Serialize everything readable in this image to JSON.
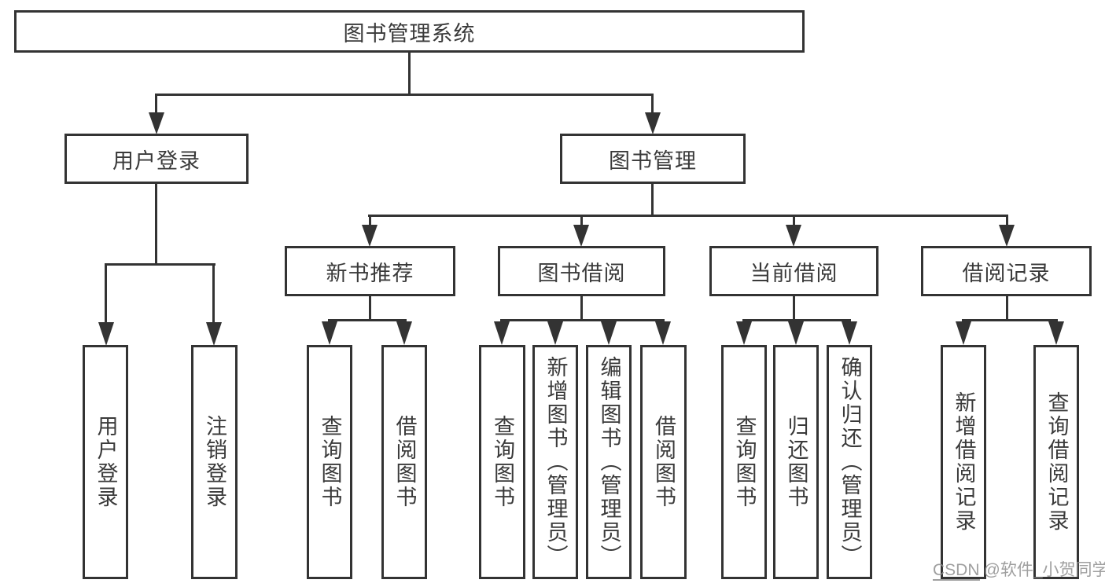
{
  "colors": {
    "line": "#333333",
    "text": "#3a3a3a",
    "background": "#ffffff",
    "watermark": "#8f8f8f"
  },
  "root": {
    "label": "图书管理系统"
  },
  "user_login": {
    "label": "用户登录",
    "children": [
      {
        "label": "用户登录"
      },
      {
        "label": "注销登录"
      }
    ]
  },
  "book_mgmt": {
    "label": "图书管理",
    "groups": [
      {
        "label": "新书推荐",
        "children": [
          {
            "label": "查询图书"
          },
          {
            "label": "借阅图书"
          }
        ]
      },
      {
        "label": "图书借阅",
        "children": [
          {
            "label": "查询图书"
          },
          {
            "label": "新增图书（管理员）"
          },
          {
            "label": "编辑图书（管理员）"
          },
          {
            "label": "借阅图书"
          }
        ]
      },
      {
        "label": "当前借阅",
        "children": [
          {
            "label": "查询图书"
          },
          {
            "label": "归还图书"
          },
          {
            "label": "确认归还（管理员）"
          }
        ]
      },
      {
        "label": "借阅记录",
        "children": [
          {
            "label": "新增借阅记录"
          },
          {
            "label": "查询借阅记录"
          }
        ]
      }
    ]
  },
  "watermark": {
    "brand": "CSDN",
    "handle": "@软件_小贺同学"
  }
}
